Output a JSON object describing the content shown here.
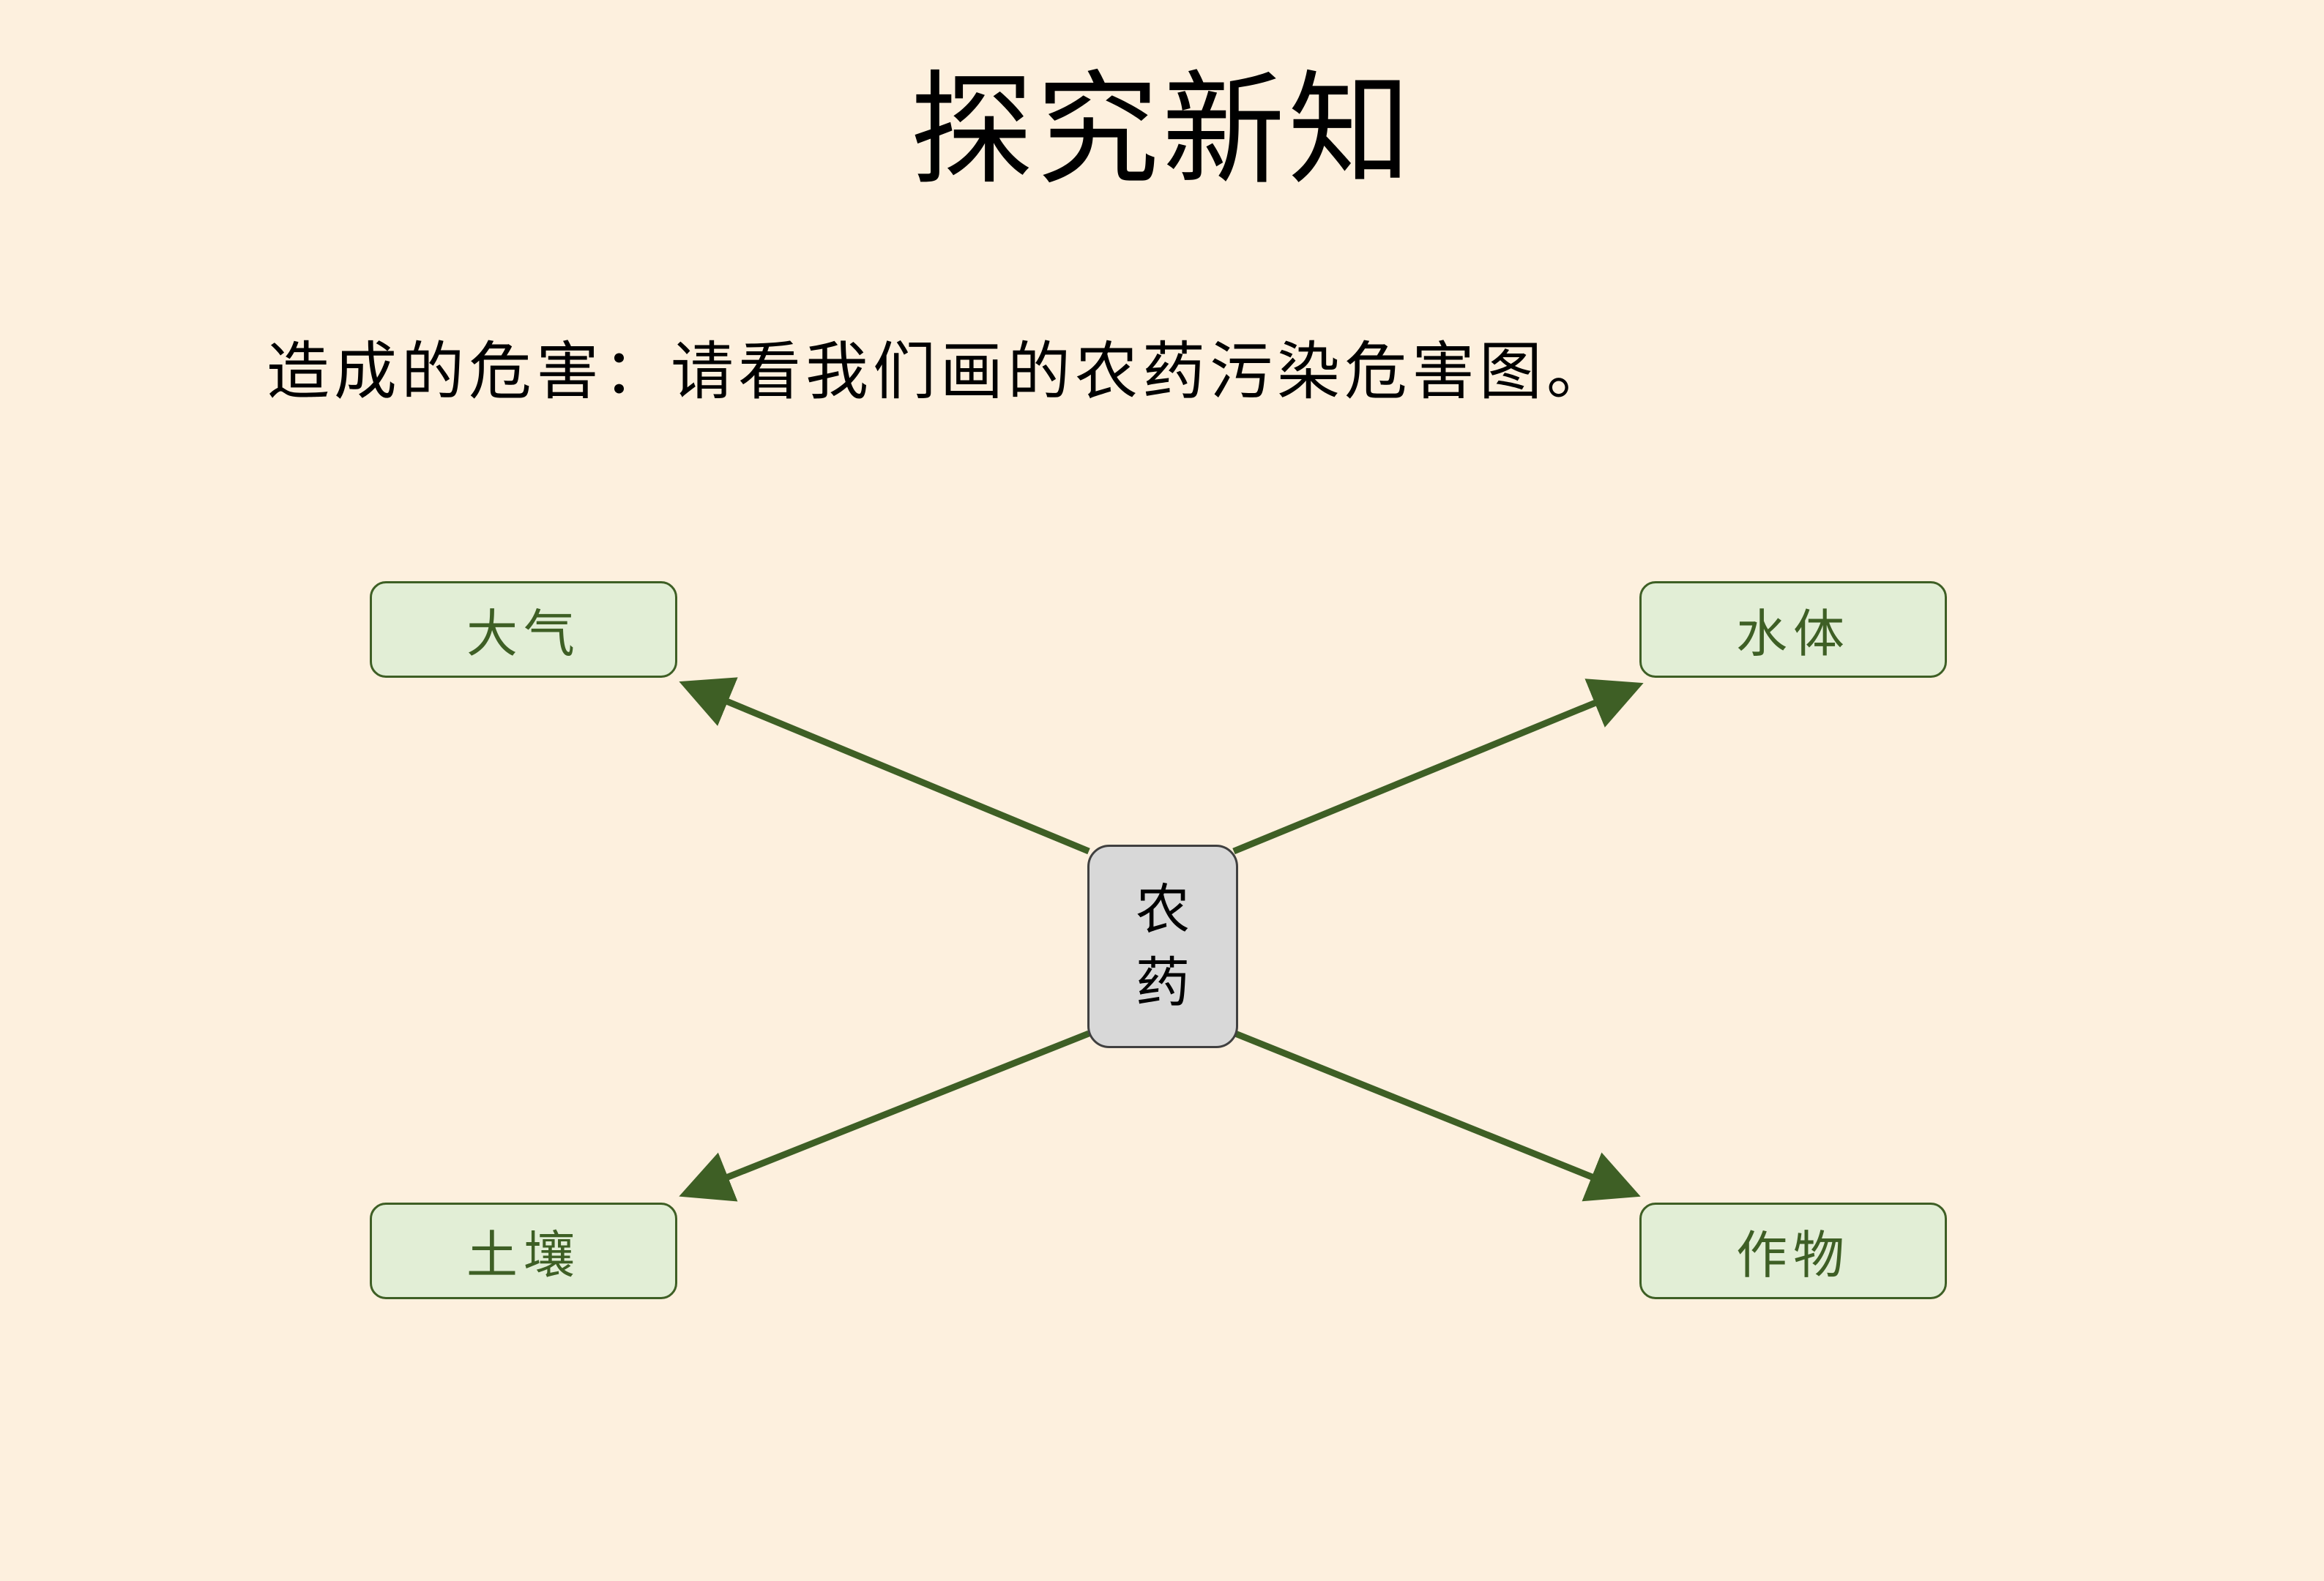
{
  "title": "探究新知",
  "subtitle": "造成的危害：请看我们画的农药污染危害图。",
  "diagram": {
    "center": {
      "line1": "农",
      "line2": "药"
    },
    "targets": {
      "air": "大气",
      "water": "水体",
      "soil": "土壤",
      "crop": "作物"
    },
    "colors": {
      "background": "#FDF0DE",
      "box_fill": "#E2EED6",
      "accent_green": "#3E5F25",
      "center_fill": "#D8D8D8"
    }
  }
}
